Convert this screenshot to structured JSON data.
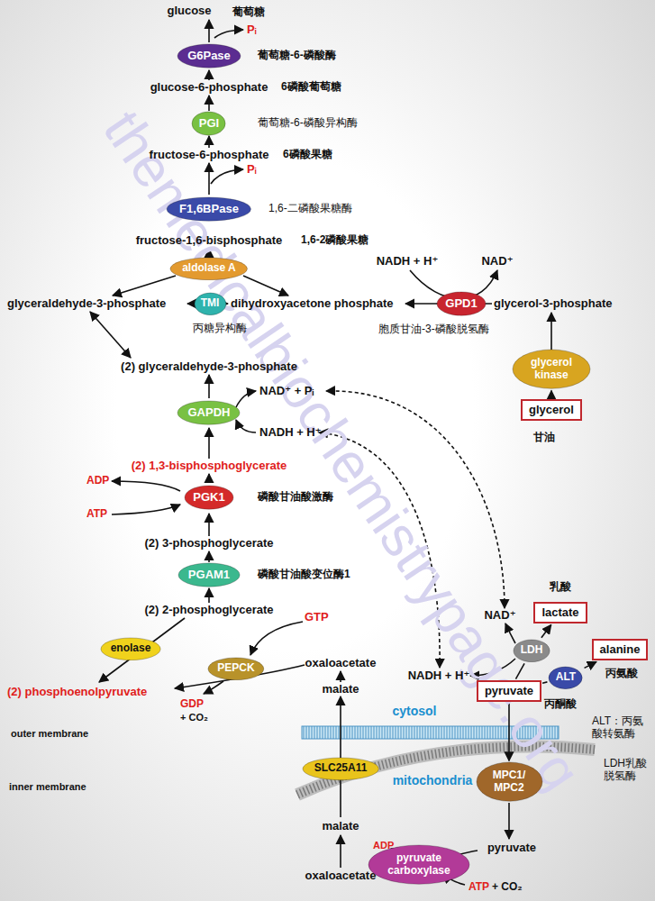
{
  "diagram": {
    "nodes": [
      {
        "text": [
          "G6Pase"
        ]
      },
      {
        "text": [
          "PGI"
        ]
      },
      {
        "text": [
          "F1,6BPase"
        ]
      },
      {
        "text": [
          "aldolase A"
        ]
      },
      {
        "text": [
          "TMI"
        ]
      },
      {
        "text": [
          "GPD1"
        ]
      },
      {
        "text": [
          "glycerol kinase"
        ]
      },
      {
        "text": [
          "glycerol"
        ]
      },
      {
        "text": [
          "GAPDH"
        ]
      },
      {
        "text": [
          "PGK1"
        ]
      },
      {
        "text": [
          "PGAM1"
        ]
      },
      {
        "text": [
          "enolase"
        ]
      },
      {
        "text": [
          "PEPCK"
        ]
      },
      {
        "text": [
          "SLC25A11"
        ]
      },
      {
        "text": [
          "lactate"
        ]
      },
      {
        "text": [
          "LDH"
        ]
      },
      {
        "text": [
          "alanine"
        ]
      },
      {
        "text": [
          "ALT"
        ]
      },
      {
        "text": [
          "pyruvate"
        ]
      },
      {
        "text": [
          "MPC1/ MPC2"
        ]
      },
      {
        "text": [
          "pyruvate carboxylase"
        ]
      }
    ],
    "edges": [
      {
        "from": 7,
        "to": 6,
        "arrow": "to"
      },
      {
        "from": 18,
        "to": 15,
        "arrow": "none"
      },
      {
        "from": 15,
        "to": 14,
        "arrow": "to"
      },
      {
        "from": 18,
        "to": 17,
        "arrow": "none"
      },
      {
        "from": 17,
        "to": 16,
        "arrow": "to"
      },
      {
        "from": 18,
        "to": 19,
        "arrow": "to"
      }
    ],
    "labels": [
      "themedicalbiochemistrypage.org",
      "glucose",
      "葡萄糖",
      "Pᵢ",
      "葡萄糖-6-磷酸酶",
      "glucose-6-phosphate",
      "6磷酸葡萄糖",
      "葡萄糖-6-磷酸异构酶",
      "fructose-6-phosphate",
      "6磷酸果糖",
      "Pᵢ",
      "1,6-二磷酸果糖酶",
      "fructose-1,6-bisphosphate",
      "1,6-2磷酸果糖",
      "glyceraldehyde-3-phosphate",
      "dihydroxyacetone phosphate",
      "丙糖异构酶",
      "NADH + H⁺",
      "NAD⁺",
      "glycerol-3-phosphate",
      "胞质甘油-3-磷酸脱氢酶",
      "甘油",
      "(2) glyceraldehyde-3-phosphate",
      "NAD⁺ + Pᵢ",
      "NADH + H⁺",
      "(2) 1,3-bisphosphoglycerate",
      "ADP",
      "ATP",
      "磷酸甘油酸激酶",
      "(2) 3-phosphoglycerate",
      "磷酸甘油酸变位酶1",
      "(2) 2-phosphoglycerate",
      "GTP",
      "(2) phosphoenolpyruvate",
      "GDP",
      "+ CO₂",
      "oxaloacetate",
      "malate",
      "cytosol",
      "outer membrane",
      "乳酸",
      "NAD⁺",
      "丙氨酸",
      "NADH + H⁺",
      "丙酮酸",
      "ALT：丙氨酸转氨酶",
      "LDH乳酸脱氢酶",
      "mitochondria",
      "inner membrane",
      "malate",
      "pyruvate",
      "ADP",
      "oxaloacetate",
      "ATP",
      "+ CO₂"
    ]
  }
}
